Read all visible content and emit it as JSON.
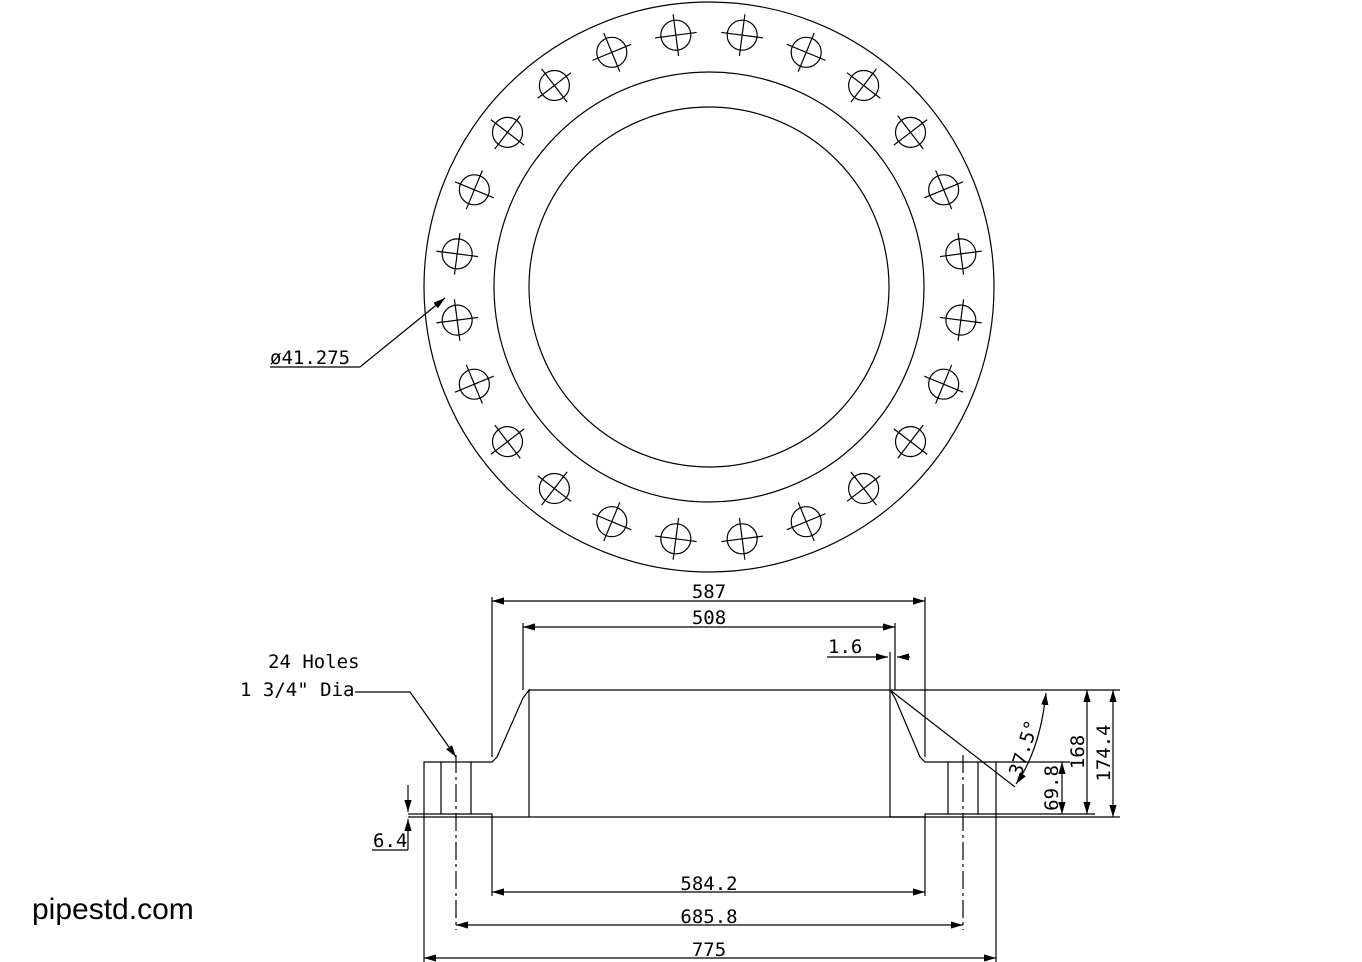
{
  "watermark": "pipestd.com",
  "labels": {
    "hole_dia": "ø41.275",
    "holes_line1": "24 Holes",
    "holes_line2": "1 3/4\" Dia",
    "dim_587": "587",
    "dim_508": "508",
    "dim_1_6": "1.6",
    "dim_584_2": "584.2",
    "dim_685_8": "685.8",
    "dim_775": "775",
    "dim_174_4": "174.4",
    "dim_168": "168",
    "dim_69_8": "69.8",
    "dim_6_4": "6.4",
    "angle": "37.5°"
  },
  "bolt_hole_count": 24
}
